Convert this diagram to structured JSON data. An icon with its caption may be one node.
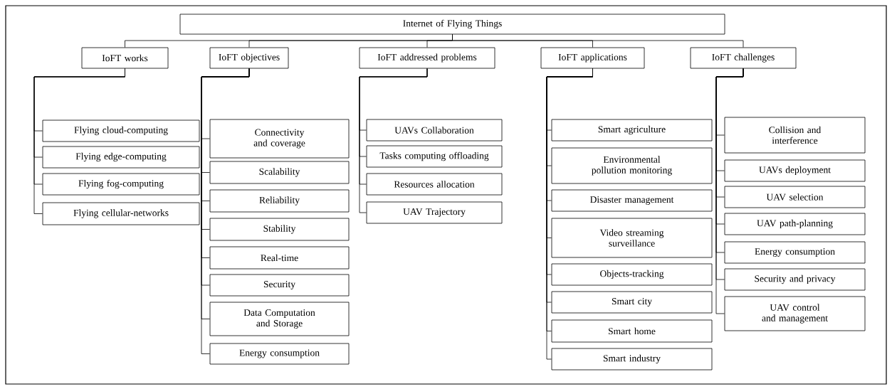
{
  "diagram": {
    "nodes": [
      {
        "text": [
          "Internet of Flying Things"
        ]
      },
      {
        "text": [
          "IoFT works"
        ]
      },
      {
        "text": [
          "IoFT objectives"
        ]
      },
      {
        "text": [
          "IoFT addressed problems"
        ]
      },
      {
        "text": [
          "IoFT applications"
        ]
      },
      {
        "text": [
          "IoFT challenges"
        ]
      },
      {
        "text": [
          "Flying cloud-computing"
        ]
      },
      {
        "text": [
          "Flying edge-computing"
        ]
      },
      {
        "text": [
          "Flying fog-computing"
        ]
      },
      {
        "text": [
          "Flying cellular-networks"
        ]
      },
      {
        "text": [
          "Connectivity and coverage"
        ]
      },
      {
        "text": [
          "Scalability"
        ]
      },
      {
        "text": [
          "Reliability"
        ]
      },
      {
        "text": [
          "Stability"
        ]
      },
      {
        "text": [
          "Real-time"
        ]
      },
      {
        "text": [
          "Security"
        ]
      },
      {
        "text": [
          "Data Computation and Storage"
        ]
      },
      {
        "text": [
          "Energy consumption"
        ]
      },
      {
        "text": [
          "UAVs Collaboration"
        ]
      },
      {
        "text": [
          "Tasks computing offloading"
        ]
      },
      {
        "text": [
          "Resources allocation"
        ]
      },
      {
        "text": [
          "UAV Trajectory"
        ]
      },
      {
        "text": [
          "Smart agriculture"
        ]
      },
      {
        "text": [
          "Environmental pollution monitoring"
        ]
      },
      {
        "text": [
          "Disaster management"
        ]
      },
      {
        "text": [
          "Video streaming surveillance"
        ]
      },
      {
        "text": [
          "Objects-tracking"
        ]
      },
      {
        "text": [
          "Smart city"
        ]
      },
      {
        "text": [
          "Smart home"
        ]
      },
      {
        "text": [
          "Smart industry"
        ]
      },
      {
        "text": [
          "Collision and interference"
        ]
      },
      {
        "text": [
          "UAVs deployment"
        ]
      },
      {
        "text": [
          "UAV selection"
        ]
      },
      {
        "text": [
          "UAV path-planning"
        ]
      },
      {
        "text": [
          "Energy consumption"
        ]
      },
      {
        "text": [
          "Security and privacy"
        ]
      },
      {
        "text": [
          "UAV control and management"
        ]
      }
    ],
    "edges": [
      {
        "from": 0,
        "to": 1,
        "arrow": "none"
      },
      {
        "from": 0,
        "to": 2,
        "arrow": "none"
      },
      {
        "from": 0,
        "to": 3,
        "arrow": "none"
      },
      {
        "from": 0,
        "to": 4,
        "arrow": "none"
      },
      {
        "from": 0,
        "to": 5,
        "arrow": "none"
      },
      {
        "from": 1,
        "to": 6,
        "arrow": "none"
      },
      {
        "from": 1,
        "to": 7,
        "arrow": "none"
      },
      {
        "from": 1,
        "to": 8,
        "arrow": "none"
      },
      {
        "from": 1,
        "to": 9,
        "arrow": "none"
      },
      {
        "from": 2,
        "to": 10,
        "arrow": "none"
      },
      {
        "from": 2,
        "to": 11,
        "arrow": "none"
      },
      {
        "from": 2,
        "to": 12,
        "arrow": "none"
      },
      {
        "from": 2,
        "to": 13,
        "arrow": "none"
      },
      {
        "from": 2,
        "to": 14,
        "arrow": "none"
      },
      {
        "from": 2,
        "to": 15,
        "arrow": "none"
      },
      {
        "from": 2,
        "to": 16,
        "arrow": "none"
      },
      {
        "from": 2,
        "to": 17,
        "arrow": "none"
      },
      {
        "from": 3,
        "to": 18,
        "arrow": "none"
      },
      {
        "from": 3,
        "to": 19,
        "arrow": "none"
      },
      {
        "from": 3,
        "to": 20,
        "arrow": "none"
      },
      {
        "from": 3,
        "to": 21,
        "arrow": "none"
      },
      {
        "from": 4,
        "to": 22,
        "arrow": "none"
      },
      {
        "from": 4,
        "to": 23,
        "arrow": "none"
      },
      {
        "from": 4,
        "to": 24,
        "arrow": "none"
      },
      {
        "from": 4,
        "to": 25,
        "arrow": "none"
      },
      {
        "from": 4,
        "to": 26,
        "arrow": "none"
      },
      {
        "from": 4,
        "to": 27,
        "arrow": "none"
      },
      {
        "from": 4,
        "to": 28,
        "arrow": "none"
      },
      {
        "from": 4,
        "to": 29,
        "arrow": "none"
      },
      {
        "from": 5,
        "to": 30,
        "arrow": "none"
      },
      {
        "from": 5,
        "to": 31,
        "arrow": "none"
      },
      {
        "from": 5,
        "to": 32,
        "arrow": "none"
      },
      {
        "from": 5,
        "to": 33,
        "arrow": "none"
      },
      {
        "from": 5,
        "to": 34,
        "arrow": "none"
      },
      {
        "from": 5,
        "to": 35,
        "arrow": "none"
      },
      {
        "from": 5,
        "to": 36,
        "arrow": "none"
      }
    ]
  }
}
